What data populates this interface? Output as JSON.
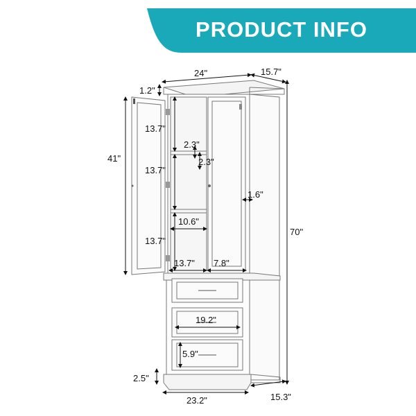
{
  "banner": {
    "title": "PRODUCT INFO",
    "color": "#1aa9b8"
  },
  "dimensions": {
    "width_top": "24\"",
    "depth_top": "15.7\"",
    "crown_height": "1.2\"",
    "door_height": "41\"",
    "shelf_gap_1": "13.7\"",
    "shelf_gap_2": "13.7\"",
    "shelf_gap_3": "13.7\"",
    "shelf_thickness_1": "2.3\"",
    "shelf_thickness_2": "2.3\"",
    "shelf_inner_width": "10.6\"",
    "bottom_compartment_width": "13.7\"",
    "right_compartment_width": "7.8\"",
    "door_depth": "1.6\"",
    "total_height": "70\"",
    "drawer_width": "19.2\"",
    "drawer_height": "5.9\"",
    "base_height": "2.5\"",
    "width_bottom": "23.2\"",
    "depth_bottom": "15.3\""
  }
}
